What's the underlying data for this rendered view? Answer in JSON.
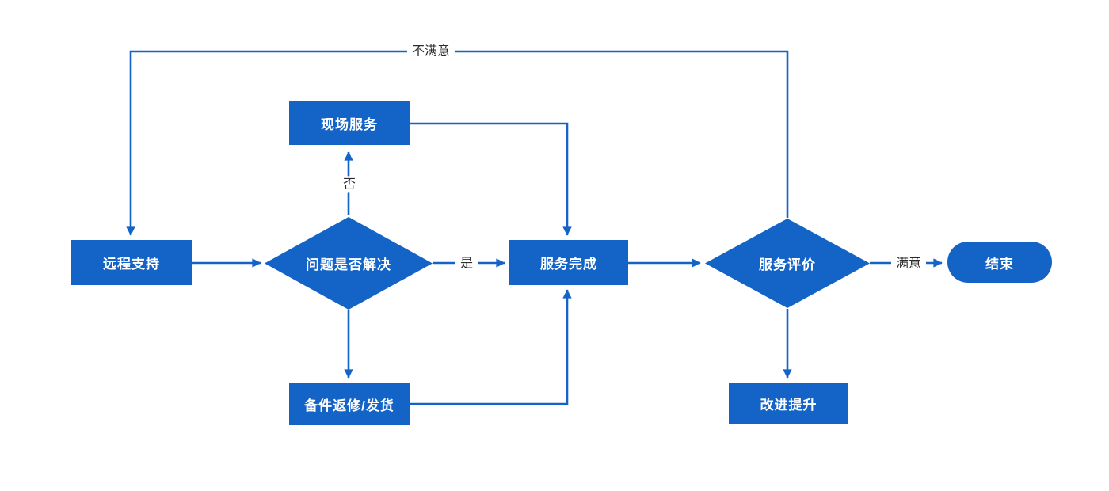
{
  "diagram": {
    "type": "flowchart",
    "colors": {
      "accent": "#1464C8",
      "node_text": "#FFFFFF",
      "edge_label_text": "#2B2B2B",
      "background": "#FFFFFF"
    },
    "nodes": [
      {
        "id": "remote-support",
        "shape": "rect",
        "label": "远程支持"
      },
      {
        "id": "onsite-service",
        "shape": "rect",
        "label": "现场服务"
      },
      {
        "id": "problem-solved",
        "shape": "diamond",
        "label": "问题是否解决"
      },
      {
        "id": "service-complete",
        "shape": "rect",
        "label": "服务完成"
      },
      {
        "id": "parts-repair",
        "shape": "rect",
        "label": "备件返修/发货"
      },
      {
        "id": "service-evaluation",
        "shape": "diamond",
        "label": "服务评价"
      },
      {
        "id": "end",
        "shape": "stadium",
        "label": "结束"
      },
      {
        "id": "improvement",
        "shape": "rect",
        "label": "改进提升"
      }
    ],
    "edge_labels": {
      "no": "否",
      "yes": "是",
      "satisfied": "满意",
      "unsatisfied": "不满意"
    },
    "edges": [
      {
        "from": "remote-support",
        "to": "problem-solved",
        "label": ""
      },
      {
        "from": "problem-solved",
        "to": "onsite-service",
        "label": "否"
      },
      {
        "from": "onsite-service",
        "to": "service-complete",
        "label": ""
      },
      {
        "from": "problem-solved",
        "to": "service-complete",
        "label": "是"
      },
      {
        "from": "problem-solved",
        "to": "parts-repair",
        "label": ""
      },
      {
        "from": "parts-repair",
        "to": "service-complete",
        "label": ""
      },
      {
        "from": "service-complete",
        "to": "service-evaluation",
        "label": ""
      },
      {
        "from": "service-evaluation",
        "to": "end",
        "label": "满意"
      },
      {
        "from": "service-evaluation",
        "to": "improvement",
        "label": ""
      },
      {
        "from": "service-evaluation",
        "to": "remote-support",
        "label": "不满意"
      }
    ]
  }
}
